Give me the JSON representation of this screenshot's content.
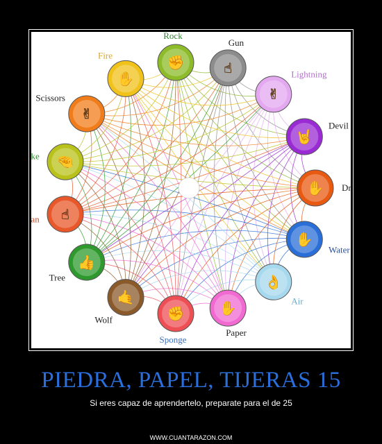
{
  "poster": {
    "title": "PIEDRA, PAPEL, TIJERAS 15",
    "subtitle": "Si eres capaz de aprendertelo, preparate para el de 25",
    "site": "WWW.CUANTARAZON.COM"
  },
  "diagram": {
    "nodes": [
      {
        "name": "Rock",
        "color": "#8dbb2a",
        "label_color": "#2f8a2f"
      },
      {
        "name": "Gun",
        "color": "#8c8c8c",
        "label_color": "#222222"
      },
      {
        "name": "Lightning",
        "color": "#e3a8f0",
        "label_color": "#b070c8"
      },
      {
        "name": "Devil",
        "color": "#9a2bd4",
        "label_color": "#222222"
      },
      {
        "name": "Dragon",
        "color": "#e85a12",
        "label_color": "#222222"
      },
      {
        "name": "Water",
        "color": "#2a6fd8",
        "label_color": "#2a4f98"
      },
      {
        "name": "Air",
        "color": "#a6d8ee",
        "label_color": "#6aa9c9"
      },
      {
        "name": "Paper",
        "color": "#f06ad2",
        "label_color": "#222222"
      },
      {
        "name": "Sponge",
        "color": "#ee4f55",
        "label_color": "#3a6fc0"
      },
      {
        "name": "Wolf",
        "color": "#8a5a2a",
        "label_color": "#222222"
      },
      {
        "name": "Tree",
        "color": "#2e9a2e",
        "label_color": "#222222"
      },
      {
        "name": "Human",
        "color": "#e8582a",
        "label_color": "#c84a2a"
      },
      {
        "name": "Snake",
        "color": "#b8c21a",
        "label_color": "#2f8a2f"
      },
      {
        "name": "Scissors",
        "color": "#f07c1a",
        "label_color": "#222222"
      },
      {
        "name": "Fire",
        "color": "#f0c21a",
        "label_color": "#e0a21a"
      }
    ]
  }
}
